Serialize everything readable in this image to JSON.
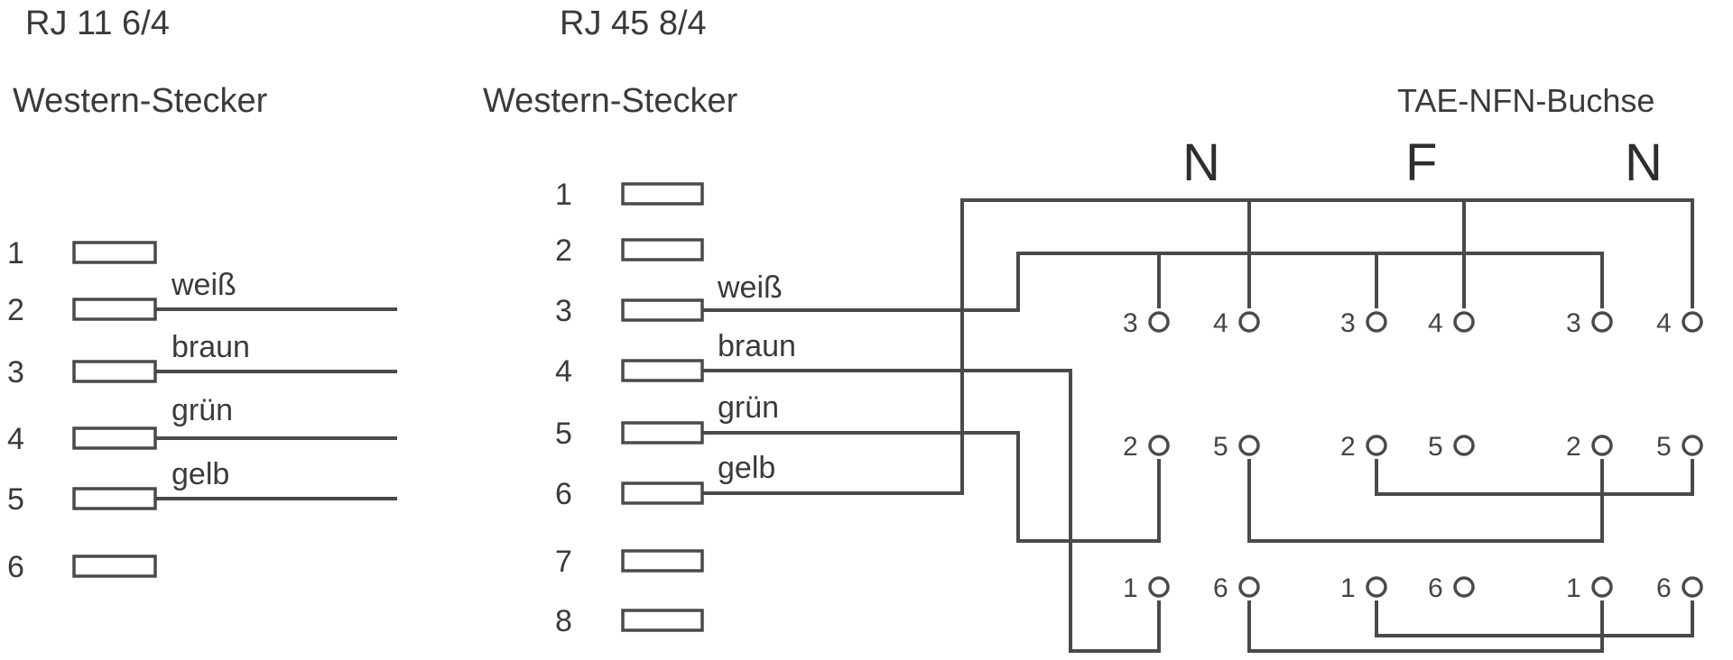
{
  "rj11": {
    "title": "RJ 11 6/4",
    "subtitle": "Western-Stecker",
    "pins": [
      "1",
      "2",
      "3",
      "4",
      "5",
      "6"
    ],
    "wires": [
      {
        "pin": "2",
        "color_name": "weiß"
      },
      {
        "pin": "3",
        "color_name": "braun"
      },
      {
        "pin": "4",
        "color_name": "grün"
      },
      {
        "pin": "5",
        "color_name": "gelb"
      }
    ]
  },
  "rj45": {
    "title": "RJ 45 8/4",
    "subtitle": "Western-Stecker",
    "pins": [
      "1",
      "2",
      "3",
      "4",
      "5",
      "6",
      "7",
      "8"
    ],
    "wires": [
      {
        "pin": "3",
        "color_name": "weiß"
      },
      {
        "pin": "4",
        "color_name": "braun"
      },
      {
        "pin": "5",
        "color_name": "grün"
      },
      {
        "pin": "6",
        "color_name": "gelb"
      }
    ]
  },
  "tae": {
    "title": "TAE-NFN-Buchse",
    "sockets": [
      {
        "code": "N",
        "rows": [
          [
            "3",
            "4"
          ],
          [
            "2",
            "5"
          ],
          [
            "1",
            "6"
          ]
        ]
      },
      {
        "code": "F",
        "rows": [
          [
            "3",
            "4"
          ],
          [
            "2",
            "5"
          ],
          [
            "1",
            "6"
          ]
        ]
      },
      {
        "code": "N",
        "rows": [
          [
            "3",
            "4"
          ],
          [
            "2",
            "5"
          ],
          [
            "1",
            "6"
          ]
        ]
      }
    ]
  },
  "connections": [
    {
      "from": "RJ45 pin 3 (weiß)",
      "to": [
        "N 3",
        "F 3",
        "N 3"
      ]
    },
    {
      "from": "RJ45 pin 6 (gelb)",
      "to": [
        "N 4",
        "F 4",
        "N 4"
      ]
    },
    {
      "from": "RJ45 pin 5 (grün)",
      "to": [
        "N 2"
      ]
    },
    {
      "from": "RJ45 pin 4 (braun)",
      "to": [
        "N 1"
      ]
    },
    {
      "from": "N 5",
      "to": [
        "N 2 (right)"
      ]
    },
    {
      "from": "F 2",
      "to": [
        "N 5 (right)"
      ]
    },
    {
      "from": "N 6",
      "to": [
        "N 1 (right)"
      ]
    },
    {
      "from": "F 1",
      "to": [
        "N 6 (right)"
      ]
    }
  ],
  "colors": {
    "line": "#4a4a4a",
    "text": "#3a3a3a",
    "background": "#ffffff"
  }
}
